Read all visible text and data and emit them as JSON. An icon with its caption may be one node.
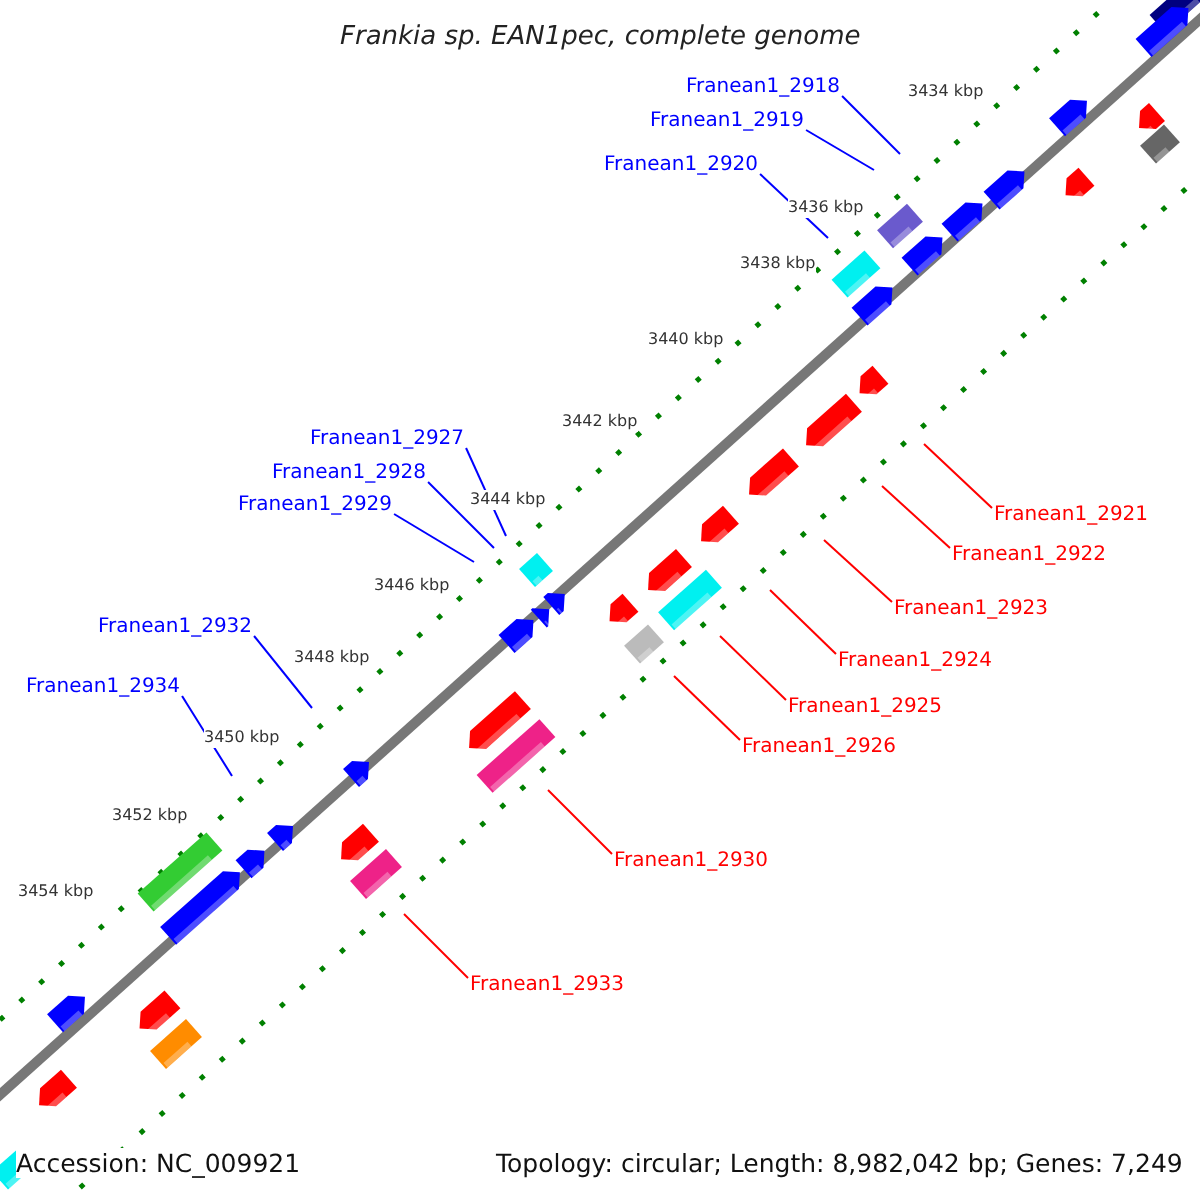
{
  "diagram": {
    "title": "Frankia sp. EAN1pec, complete genome",
    "nodes": [
      {
        "text": [
          "Franean1_2918"
        ]
      },
      {
        "text": [
          "Franean1_2919"
        ]
      },
      {
        "text": [
          "Franean1_2920"
        ]
      },
      {
        "text": [
          "Franean1_2927"
        ]
      },
      {
        "text": [
          "Franean1_2928"
        ]
      },
      {
        "text": [
          "Franean1_2929"
        ]
      },
      {
        "text": [
          "Franean1_2921"
        ]
      },
      {
        "text": [
          "Franean1_2922"
        ]
      },
      {
        "text": [
          "Franean1_2923"
        ]
      },
      {
        "text": [
          "Franean1_2932"
        ]
      },
      {
        "text": [
          "Franean1_2924"
        ]
      },
      {
        "text": [
          "Franean1_2934"
        ]
      },
      {
        "text": [
          "Franean1_2925"
        ]
      },
      {
        "text": [
          "Franean1_2926"
        ]
      },
      {
        "text": [
          "Franean1_2930"
        ]
      },
      {
        "text": [
          "Franean1_2933"
        ]
      }
    ],
    "edges": [
      {
        "from": 0,
        "to": null,
        "arrow": "none"
      },
      {
        "from": 1,
        "to": null,
        "arrow": "none"
      },
      {
        "from": 2,
        "to": null,
        "arrow": "none"
      },
      {
        "from": 3,
        "to": null,
        "arrow": "none"
      },
      {
        "from": 4,
        "to": null,
        "arrow": "none"
      },
      {
        "from": 5,
        "to": null,
        "arrow": "none"
      },
      {
        "from": 6,
        "to": null,
        "arrow": "none",
        "color": "#ff0000"
      },
      {
        "from": 7,
        "to": null,
        "arrow": "none",
        "color": "#ff0000"
      },
      {
        "from": 8,
        "to": null,
        "arrow": "none",
        "color": "#ff0000"
      },
      {
        "from": 9,
        "to": null,
        "arrow": "none"
      },
      {
        "from": 10,
        "to": null,
        "arrow": "none",
        "color": "#ff0000"
      },
      {
        "from": 11,
        "to": null,
        "arrow": "none"
      },
      {
        "from": 12,
        "to": null,
        "arrow": "none",
        "color": "#ff0000"
      },
      {
        "from": 13,
        "to": null,
        "arrow": "none",
        "color": "#ff0000"
      },
      {
        "from": 14,
        "to": null,
        "arrow": "none",
        "color": "#ff0000"
      },
      {
        "from": 15,
        "to": null,
        "arrow": "none",
        "color": "#ff0000"
      }
    ],
    "labels": [
      "3434 kbp",
      "3436 kbp",
      "3438 kbp",
      "3440 kbp",
      "3442 kbp",
      "3444 kbp",
      "3446 kbp",
      "3448 kbp",
      "3450 kbp",
      "3452 kbp",
      "3454 kbp",
      "Accession: NC_009921",
      "Topology: circular; Length: 8,982,042 bp; Genes: 7,249"
    ]
  }
}
